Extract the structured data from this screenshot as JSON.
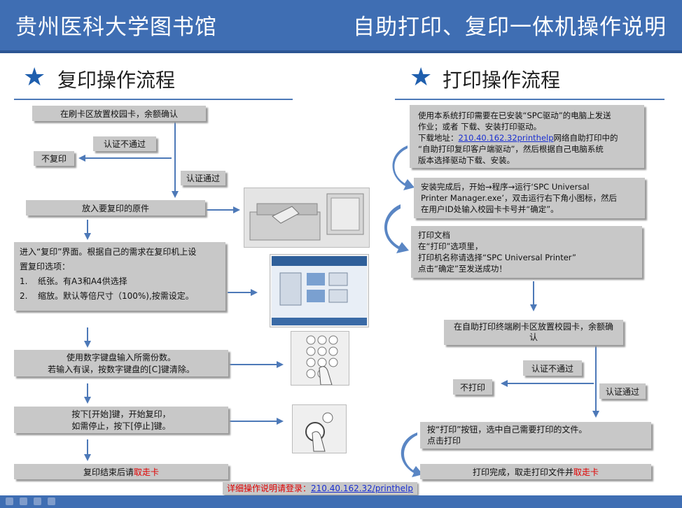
{
  "header": {
    "left_title": "贵州医科大学图书馆",
    "right_title": "自助打印、复印一体机操作说明"
  },
  "copy": {
    "section_title": "复印操作流程",
    "step1": "在刷卡区放置校园卡，余额确认",
    "auth_fail": "认证不通过",
    "no_copy": "不复印",
    "auth_pass": "认证通过",
    "step2": "放入要复印的原件",
    "step3_line1": "进入“复印”界面。根据自己的需求在复印机上设",
    "step3_line2": "置复印选项：",
    "step3_item1_num": "1.",
    "step3_item1": "纸张。有A3和A4供选择",
    "step3_item2_num": "2.",
    "step3_item2": "缩放。默认等倍尺寸（100%),按需设定。",
    "step4_line1": "使用数字键盘输入所需份数。",
    "step4_line2": "若输入有误，按数字键盘的[C]键清除。",
    "step5_line1": "按下[开始]键，开始复印，",
    "step5_line2": "如需停止，按下[停止]键。",
    "step6_prefix": "复印结束后请",
    "step6_red": "取走卡"
  },
  "print": {
    "section_title": "打印操作流程",
    "step1_line1": "使用本系统打印需要在已安装“SPC驱动”的电脑上发送",
    "step1_line2": "作业；或者 下载、安装打印驱动。",
    "step1_line3_prefix": "下载地址：",
    "step1_link": "210.40.162.32printhelp",
    "step1_line3_suffix": "网络自助打印中的",
    "step1_line4": "“自助打印复印客户端驱动”，然后根据自己电脑系统",
    "step1_line5": "版本选择驱动下载、安装。",
    "step2_line1": "安装完成后，开始→程序→运行‘SPC Universal",
    "step2_line2": "Printer Manager.exe’，双击运行右下角小图标，然后",
    "step2_line3": "在用户ID处输入校园卡卡号并“确定”。",
    "step3_line1": "打印文档",
    "step3_line2": "在“打印”选项里，",
    "step3_line3": "打印机名称请选择“SPC Universal Printer”",
    "step3_line4": "点击“确定”至发送成功！",
    "step4": "在自助打印终端刷卡区放置校园卡，余额确认",
    "auth_fail": "认证不通过",
    "no_print": "不打印",
    "auth_pass": "认证通过",
    "step5_line1": "按“打印”按钮，选中自己需要打印的文件。",
    "step5_line2": "点击打印",
    "step6_prefix": "打印完成，取走打印文件并",
    "step6_red": "取走卡"
  },
  "bottom": {
    "prefix": "详细操作说明请登录：",
    "link": "210.40.162.32/printhelp"
  },
  "colors": {
    "header_blue": "#3f6eb3",
    "arrow_blue": "#4d79b8",
    "box_gray": "#c8c8c8",
    "red": "#e00000"
  },
  "icons": [
    "star-icon",
    "copier-illustration",
    "touchscreen-illustration",
    "keypad-illustration",
    "start-button-illustration"
  ]
}
